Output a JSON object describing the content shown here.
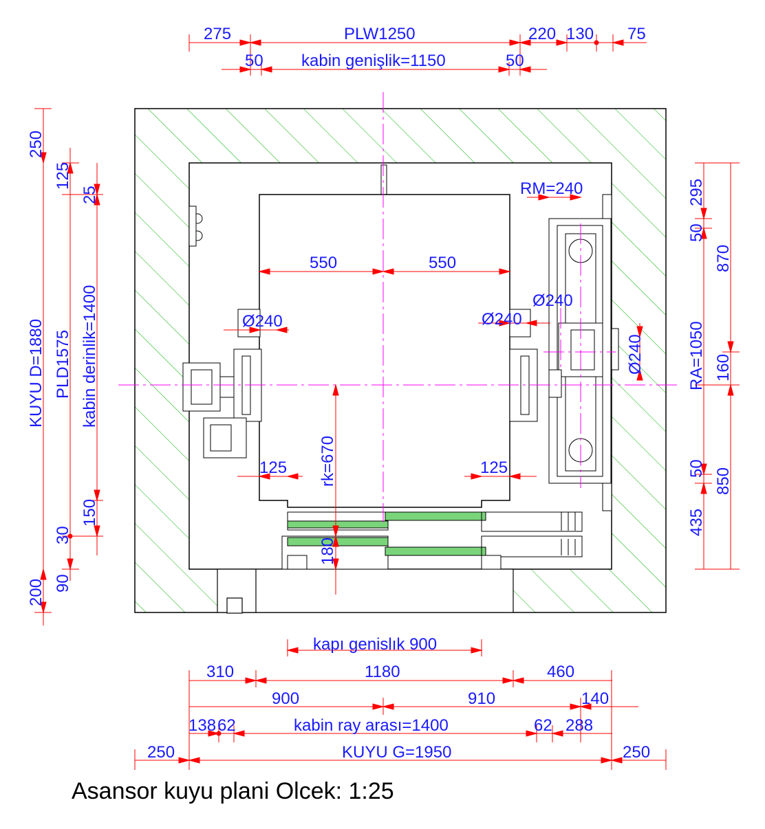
{
  "title": "Asansor kuyu plani Olcek: 1:25",
  "top_dims": {
    "d275": "275",
    "plw": "PLW1250",
    "d220": "220",
    "d130": "130",
    "d75": "75",
    "d50_left": "50",
    "cabin_width": "kabin genişlik=1150",
    "d50_right": "50"
  },
  "left_dims": {
    "d250": "250",
    "d125": "125",
    "d25": "25",
    "shaft_depth": "KUYU D=1880",
    "pld": "PLD1575",
    "cabin_depth": "kabin derinlik=1400",
    "d150": "150",
    "d30": "30",
    "d90": "90",
    "d200": "200"
  },
  "right_dims": {
    "d295": "295",
    "d50a": "50",
    "d870": "870",
    "ra": "RA=1050",
    "d160": "160",
    "d50b": "50",
    "d850": "850",
    "d435": "435"
  },
  "inner_dims": {
    "rm": "RM=240",
    "d550_left": "550",
    "d550_right": "550",
    "dia_left": "Ø240",
    "dia_mid": "Ø240",
    "dia_top": "Ø240",
    "dia_vert": "Ø240",
    "rk": "rk=670",
    "d125_left": "125",
    "d125_right": "125",
    "d180": "180"
  },
  "bottom_dims": {
    "door_width": "kapı genislık 900",
    "d310": "310",
    "d1180": "1180",
    "d460": "460",
    "d900": "900",
    "d910": "910",
    "d140": "140",
    "d138": "138",
    "d62_left": "62",
    "rail_span": "kabin  ray arası=1400",
    "d62_right": "62",
    "d288": "288",
    "d250_left": "250",
    "shaft_width": "KUYU G=1950",
    "d250_right": "250"
  },
  "colors": {
    "dimension_line": "#ff0000",
    "dimension_text": "#1a1aff",
    "hatch": "#00b000",
    "centerline": "#ff00ff",
    "outline": "#000000"
  }
}
